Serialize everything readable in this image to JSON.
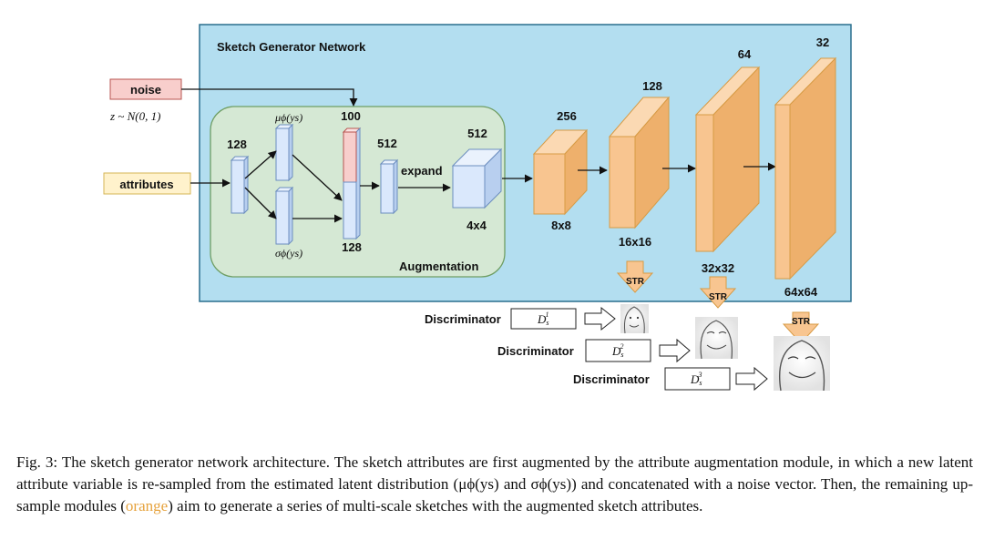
{
  "title": "Sketch Generator Network",
  "inputs": {
    "noise_label": "noise",
    "noise_dist": "z ~ N(0, 1)",
    "attributes_label": "attributes"
  },
  "augmentation": {
    "label": "Augmentation",
    "dim_attr": "128",
    "mu_label": "μϕ(ys)",
    "sigma_label": "σϕ(ys)",
    "dim_noise": "100",
    "dim_resampled": "128",
    "dim_fc": "512",
    "expand_label": "expand",
    "dim_cube": "512",
    "size_cube": "4x4"
  },
  "upsample": {
    "channels": [
      "256",
      "128",
      "64",
      "32"
    ],
    "sizes": [
      "8x8",
      "16x16",
      "32x32",
      "64x64"
    ]
  },
  "str_label": "STR",
  "discriminators": [
    {
      "label": "Discriminator",
      "symbol": "D",
      "sup": "1",
      "sub": "s"
    },
    {
      "label": "Discriminator",
      "symbol": "D",
      "sup": "2",
      "sub": "s"
    },
    {
      "label": "Discriminator",
      "symbol": "D",
      "sup": "3",
      "sub": "s"
    }
  ],
  "caption": {
    "part1": "Fig. 3: The sketch generator network architecture. The sketch attributes are first augmented by the attribute augmentation module, in which a new latent attribute variable is re-sampled from the estimated latent distribution (μϕ(ys) and σϕ(ys)) and concatenated with a noise vector. Then, the remaining up-sample modules (",
    "highlight": "orange",
    "part2": ") aim to generate a series of multi-scale sketches with the augmented sketch attributes."
  },
  "colors": {
    "panel": "#b3def0",
    "aug_panel": "#d5e8d4",
    "orange": "#f8c590",
    "blue_block": "#dae8fc",
    "noise_fill": "#f8cecc",
    "attr_fill": "#fff2cc",
    "caption_highlight": "#e6a23c"
  }
}
